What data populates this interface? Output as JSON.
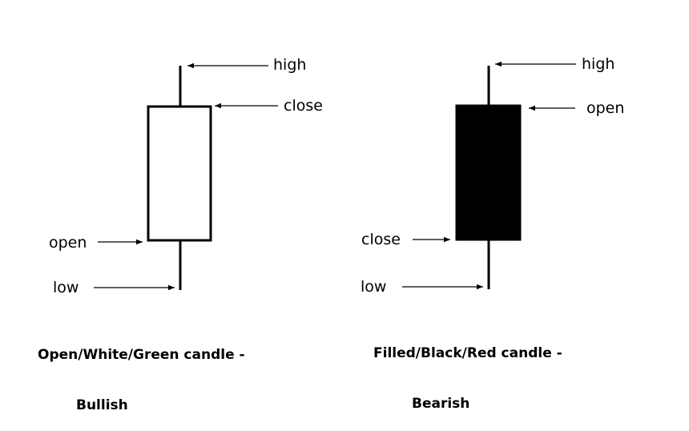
{
  "colors": {
    "line": "#000000",
    "bearish_fill": "#000000",
    "bullish_fill": "#ffffff"
  },
  "bullish": {
    "labels": {
      "high": "high",
      "close": "close",
      "open": "open",
      "low": "low"
    },
    "caption_line1": "Open/White/Green candle -",
    "caption_line2": "Bullish"
  },
  "bearish": {
    "labels": {
      "high": "high",
      "open": "open",
      "close": "close",
      "low": "low"
    },
    "caption_line1": "Filled/Black/Red candle -",
    "caption_line2": "Bearish"
  }
}
